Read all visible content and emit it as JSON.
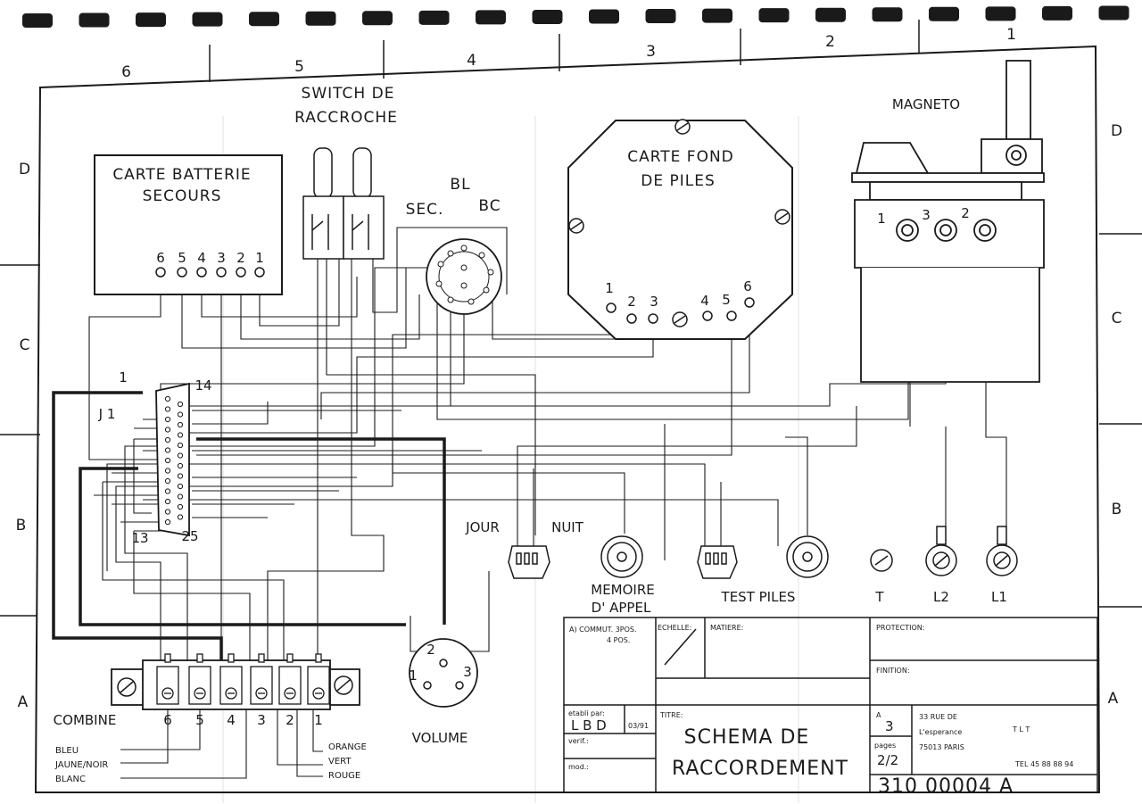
{
  "zones": {
    "top": [
      "6",
      "5",
      "4",
      "3",
      "2",
      "1"
    ],
    "side_left": [
      "D",
      "C",
      "B",
      "A"
    ],
    "side_right": [
      "D",
      "C",
      "B",
      "A"
    ]
  },
  "blocks": {
    "battery_card": {
      "line1": "CARTE BATTERIE",
      "line2": "SECOURS",
      "pins": [
        "6",
        "5",
        "4",
        "3",
        "2",
        "1"
      ]
    },
    "hook_switch": {
      "line1": "SWITCH DE",
      "line2": "RACCROCHE"
    },
    "connector_round": {
      "sec": "SEC.",
      "bl": "BL",
      "bc": "BC"
    },
    "battery_board": {
      "line1": "CARTE FOND",
      "line2": "DE PILES",
      "pins": [
        "1",
        "2",
        "3",
        "4",
        "5",
        "6"
      ]
    },
    "magneto": {
      "title": "MAGNETO",
      "pins": [
        "1",
        "3",
        "2"
      ]
    },
    "j1": {
      "name": "J 1",
      "pin_1": "1",
      "pin_14": "14",
      "pin_13": "13",
      "pin_25": "25"
    },
    "volume": {
      "title": "VOLUME",
      "pins": [
        "1",
        "2",
        "3"
      ]
    },
    "day_night": {
      "jour": "JOUR",
      "nuit": "NUIT"
    },
    "memory": {
      "line1": "MEMOIRE",
      "line2": "D' APPEL"
    },
    "test_piles": {
      "label": "TEST PILES"
    },
    "controls": {
      "t": "T",
      "l2": "L2",
      "l1": "L1"
    },
    "combine": {
      "title": "COMBINE",
      "pins": [
        "6",
        "5",
        "4",
        "3",
        "2",
        "1"
      ]
    },
    "wires": {
      "left": [
        "BLEU",
        "JAUNE/NOIR",
        "BLANC"
      ],
      "right": [
        "ORANGE",
        "VERT",
        "ROUGE"
      ]
    }
  },
  "title_block": {
    "commut_line1": "A) COMMUT. 3POS.",
    "commut_line2": "4 POS.",
    "echelle": "ECHELLE:",
    "matiere": "MATIERE:",
    "protection": "PROTECTION:",
    "finition": "FINITION:",
    "etabli_label": "etabli par:",
    "etabli_value": "L B D",
    "date": "03/91",
    "verif": "verif.:",
    "mod": "mod.:",
    "titre_label": "TITRE:",
    "titre_line1": "SCHEMA DE",
    "titre_line2": "RACCORDEMENT",
    "format_label": "A",
    "format_value": "3",
    "pages_label": "pages",
    "pages_value": "2/2",
    "company_line1": "33 RUE DE",
    "company_line2": "L'esperance",
    "company_line3": "75013 PARIS",
    "company_logo": "T L T",
    "phone": "TEL 45 88 88 94",
    "drawing_number": "310 00004 A"
  },
  "colors": {
    "ink": "#1a1a1a",
    "paper": "#ffffff",
    "ghost": "#b9b9b9"
  }
}
